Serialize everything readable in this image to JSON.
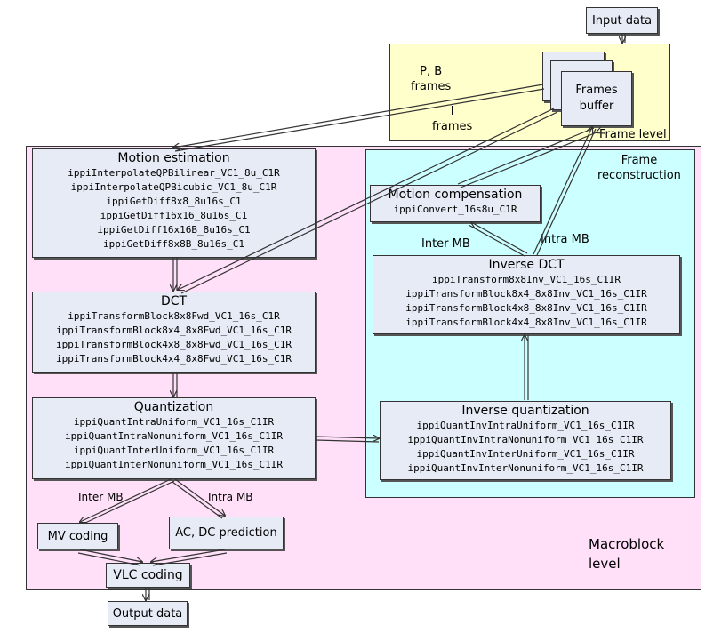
{
  "input": "Input data",
  "output": "Output data",
  "frame_level": {
    "label": "Frame level",
    "pb_label": "P, B\nframes",
    "i_label": "I\nframes",
    "buffer": "Frames\nbuffer"
  },
  "macroblock_level": {
    "label": "Macroblock\nlevel"
  },
  "frame_reconstruction": {
    "label": "Frame\nreconstruction"
  },
  "motion_estimation": {
    "title": "Motion estimation",
    "functions": [
      "ippiInterpolateQPBilinear_VC1_8u_C1R",
      "ippiInterpolateQPBicubic_VC1_8u_C1R",
      "ippiGetDiff8x8_8u16s_C1",
      "ippiGetDiff16x16_8u16s_C1",
      "ippiGetDiff16x16B_8u16s_C1",
      "ippiGetDiff8x8B_8u16s_C1"
    ]
  },
  "dct": {
    "title": "DCT",
    "functions": [
      "ippiTransformBlock8x8Fwd_VC1_16s_C1R",
      "ippiTransformBlock8x4_8x8Fwd_VC1_16s_C1R",
      "ippiTransformBlock4x8_8x8Fwd_VC1_16s_C1R",
      "ippiTransformBlock4x4_8x8Fwd_VC1_16s_C1R"
    ]
  },
  "quantization": {
    "title": "Quantization",
    "functions": [
      "ippiQuantIntraUniform_VC1_16s_C1IR",
      "ippiQuantIntraNonuniform_VC1_16s_C1IR",
      "ippiQuantInterUniform_VC1_16s_C1IR",
      "ippiQuantInterNonuniform_VC1_16s_C1IR"
    ]
  },
  "motion_compensation": {
    "title": "Motion compensation",
    "functions": [
      "ippiConvert_16s8u_C1R"
    ]
  },
  "inverse_dct": {
    "title": "Inverse DCT",
    "functions": [
      "ippiTransform8x8Inv_VC1_16s_C1IR",
      "ippiTransformBlock8x4_8x8Inv_VC1_16s_C1IR",
      "ippiTransformBlock4x8_8x8Inv_VC1_16s_C1IR",
      "ippiTransformBlock4x4_8x8Inv_VC1_16s_C1IR"
    ]
  },
  "inverse_quantization": {
    "title": "Inverse quantization",
    "functions": [
      "ippiQuantInvIntraUniform_VC1_16s_C1IR",
      "ippiQuantInvIntraNonuniform_VC1_16s_C1IR",
      "ippiQuantInvInterUniform_VC1_16s_C1IR",
      "ippiQuantInvInterNonuniform_VC1_16s_C1IR"
    ]
  },
  "mv_coding": "MV coding",
  "ac_dc_prediction": "AC, DC prediction",
  "vlc_coding": "VLC coding",
  "edge_labels": {
    "inter_mb_left": "Inter MB",
    "intra_mb_left": "Intra MB",
    "inter_mb_right": "Inter MB",
    "intra_mb_right": "Intra MB"
  },
  "colors": {
    "frame_level_bg": "#ffffcc",
    "macroblock_level_bg": "#ffe0f8",
    "reconstruction_bg": "#ccffff",
    "box_bg": "#e6ebf5"
  }
}
